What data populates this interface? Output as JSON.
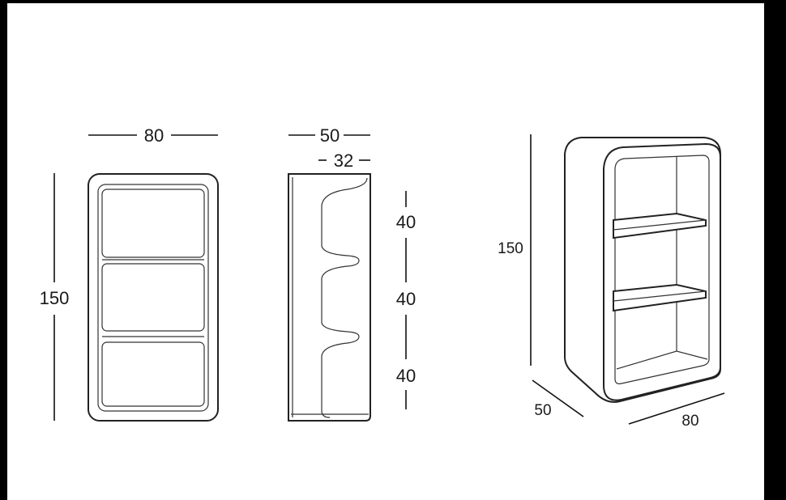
{
  "front_view": {
    "width_label": "80",
    "height_label": "150"
  },
  "side_view": {
    "depth_label": "50",
    "inner_depth_label": "32",
    "shelf_spacing_labels": [
      "40",
      "40",
      "40"
    ]
  },
  "perspective_view": {
    "height_label": "150",
    "depth_label": "50",
    "width_label": "80"
  },
  "colors": {
    "background": "#000000",
    "paper": "#ffffff",
    "line": "#222222"
  }
}
